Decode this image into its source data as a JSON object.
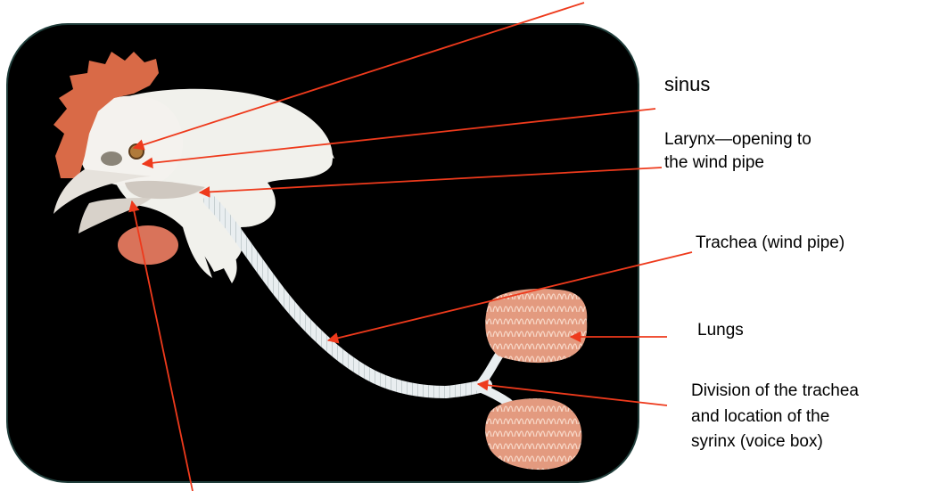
{
  "labels": {
    "sinus": "sinus",
    "larynx_line1": "Larynx—opening to",
    "larynx_line2": "the wind pipe",
    "trachea": "Trachea (wind pipe)",
    "lungs": "Lungs",
    "division_line1": "Division of the trachea",
    "division_line2": "and location of the",
    "division_line3": "syrinx (voice box)"
  },
  "colors": {
    "panel_background": "#000000",
    "panel_border": "#1f3d3a",
    "arrow": "#ee3a1c",
    "comb": "#d96a47",
    "feathers": "#f2f2ee",
    "lung": "#e39a7f"
  }
}
